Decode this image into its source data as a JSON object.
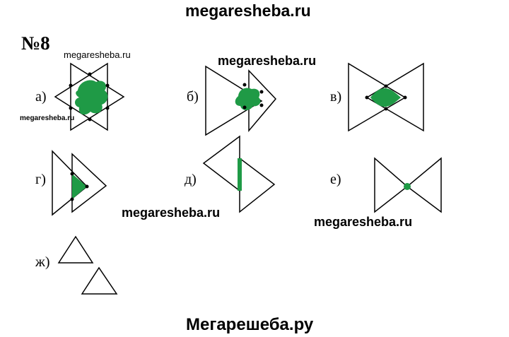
{
  "header": {
    "site": "megaresheba.ru"
  },
  "task": {
    "number": "№8"
  },
  "watermarks": {
    "w1": "megaresheba.ru",
    "w2": "megaresheba.ru",
    "w3": "megaresheba.ru",
    "w4": "megaresheba.ru",
    "w5": "megaresheba.ru"
  },
  "labels": {
    "a": "а)",
    "b": "б)",
    "v": "в)",
    "g": "г)",
    "d": "д)",
    "e": "е)",
    "zh": "ж)"
  },
  "footer": {
    "site": "Мегарешеба.ру"
  },
  "colors": {
    "fill": "#1f9a46",
    "stroke": "#000000"
  }
}
